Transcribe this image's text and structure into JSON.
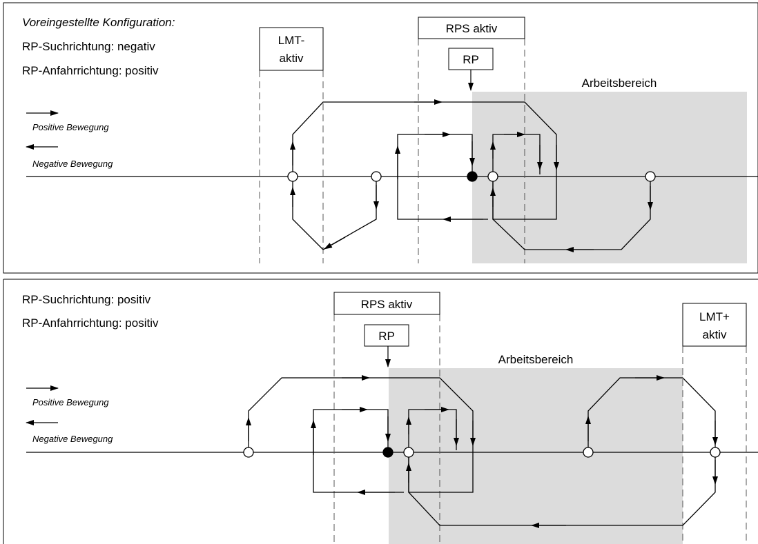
{
  "panel1": {
    "config_title": "Voreingestellte Konfiguration:",
    "search_dir": "RP-Suchrichtung: negativ",
    "approach_dir": "RP-Anfahrrichtung: positiv",
    "legend_positive": "Positive Bewegung",
    "legend_negative": "Negative Bewegung",
    "lmt_label_line1": "LMT-",
    "lmt_label_line2": "aktiv",
    "rps_label": "RPS aktiv",
    "rp_label": "RP",
    "work_area": "Arbeitsbereich"
  },
  "panel2": {
    "search_dir": "RP-Suchrichtung: positiv",
    "approach_dir": "RP-Anfahrrichtung: positiv",
    "legend_positive": "Positive Bewegung",
    "legend_negative": "Negative Bewegung",
    "lmt_label_line1": "LMT+",
    "lmt_label_line2": "aktiv",
    "rps_label": "RPS aktiv",
    "rp_label": "RP",
    "work_area": "Arbeitsbereich"
  },
  "colors": {
    "work_area_fill": "#dcdcdc",
    "line": "#000000",
    "dashed": "#555555"
  }
}
